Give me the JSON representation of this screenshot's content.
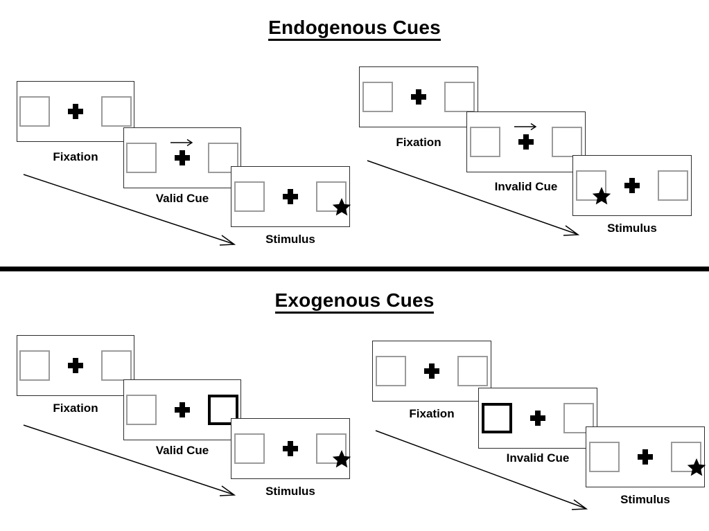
{
  "figure": {
    "title_endogenous": "Endogenous Cues",
    "title_exogenous": "Exogenous Cues",
    "colors": {
      "ink": "#000000",
      "panel_border": "#2b2b2b",
      "slot_border": "#9a9a9a",
      "cued_slot_border": "#000000",
      "background": "#ffffff"
    }
  },
  "sections": [
    {
      "id": "endogenous",
      "title": "Endogenous Cues",
      "sequences": [
        {
          "id": "endogenous-valid",
          "cue_type": "valid",
          "frames": [
            {
              "label": "Fixation",
              "left_slot": "empty",
              "right_slot": "empty",
              "center": "plus",
              "arrow_cue": "none"
            },
            {
              "label": "Valid Cue",
              "left_slot": "empty",
              "right_slot": "empty",
              "center": "plus",
              "arrow_cue": "right"
            },
            {
              "label": "Stimulus",
              "left_slot": "empty",
              "right_slot": "star",
              "center": "plus",
              "arrow_cue": "none"
            }
          ]
        },
        {
          "id": "endogenous-invalid",
          "cue_type": "invalid",
          "frames": [
            {
              "label": "Fixation",
              "left_slot": "empty",
              "right_slot": "empty",
              "center": "plus",
              "arrow_cue": "none"
            },
            {
              "label": "Invalid Cue",
              "left_slot": "empty",
              "right_slot": "empty",
              "center": "plus",
              "arrow_cue": "right"
            },
            {
              "label": "Stimulus",
              "left_slot": "star",
              "right_slot": "empty",
              "center": "plus",
              "arrow_cue": "none"
            }
          ]
        }
      ]
    },
    {
      "id": "exogenous",
      "title": "Exogenous Cues",
      "sequences": [
        {
          "id": "exogenous-valid",
          "cue_type": "valid",
          "frames": [
            {
              "label": "Fixation",
              "left_slot": "empty",
              "right_slot": "empty",
              "center": "plus",
              "arrow_cue": "none"
            },
            {
              "label": "Valid Cue",
              "left_slot": "empty",
              "right_slot": "cued",
              "center": "plus",
              "arrow_cue": "none"
            },
            {
              "label": "Stimulus",
              "left_slot": "empty",
              "right_slot": "star",
              "center": "plus",
              "arrow_cue": "none"
            }
          ]
        },
        {
          "id": "exogenous-invalid",
          "cue_type": "invalid",
          "frames": [
            {
              "label": "Fixation",
              "left_slot": "empty",
              "right_slot": "empty",
              "center": "plus",
              "arrow_cue": "none"
            },
            {
              "label": "Invalid Cue",
              "left_slot": "cued",
              "right_slot": "empty",
              "center": "plus",
              "arrow_cue": "none"
            },
            {
              "label": "Stimulus",
              "left_slot": "empty",
              "right_slot": "star",
              "center": "plus",
              "arrow_cue": "none"
            }
          ]
        }
      ]
    }
  ],
  "labels": {
    "endo_valid": [
      "Fixation",
      "Valid Cue",
      "Stimulus"
    ],
    "endo_invalid": [
      "Fixation",
      "Invalid Cue",
      "Stimulus"
    ],
    "exo_valid": [
      "Fixation",
      "Valid Cue",
      "Stimulus"
    ],
    "exo_invalid": [
      "Fixation",
      "Invalid Cue",
      "Stimulus"
    ]
  }
}
